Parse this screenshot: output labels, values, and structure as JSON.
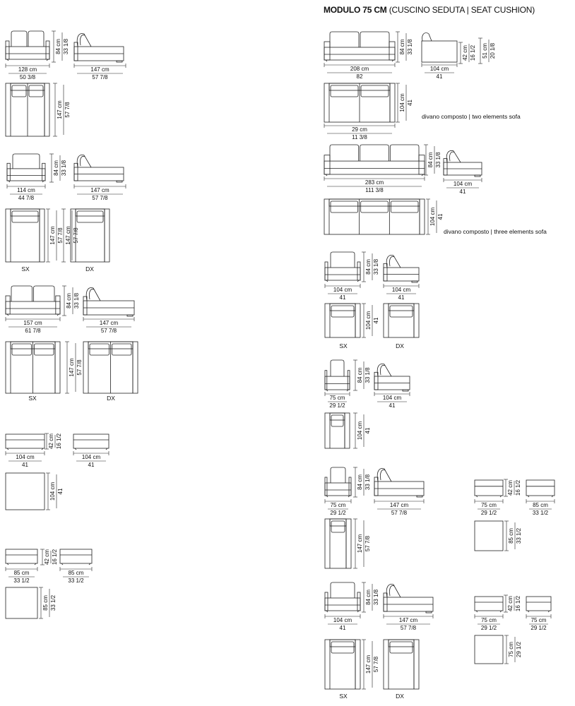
{
  "heading": {
    "module": "MODULO 75 CM",
    "subtitle": "(CUSCINO SEDUTA | SEAT CUSHION)"
  },
  "captions": {
    "two_elements": "divano composto  |  two elements sofa",
    "three_elements": "divano composto  |  three elements sofa"
  },
  "labels": [
    {
      "id": "L1",
      "text": "128 cm"
    },
    {
      "id": "L2",
      "text": "50 3/8"
    },
    {
      "id": "L3",
      "text": "84 cm"
    },
    {
      "id": "L4",
      "text": "33 1/8"
    },
    {
      "id": "L5",
      "text": "147 cm"
    },
    {
      "id": "L6",
      "text": "57 7/8"
    },
    {
      "id": "L7",
      "text": "147 cm"
    },
    {
      "id": "L8",
      "text": "57 7/8"
    },
    {
      "id": "L9",
      "text": "114 cm"
    },
    {
      "id": "L10",
      "text": "44 7/8"
    },
    {
      "id": "L11",
      "text": "84 cm"
    },
    {
      "id": "L12",
      "text": "33 1/8"
    },
    {
      "id": "L13",
      "text": "147 cm"
    },
    {
      "id": "L14",
      "text": "57 7/8"
    },
    {
      "id": "L15",
      "text": "147 cm"
    },
    {
      "id": "L16",
      "text": "57 7/8"
    },
    {
      "id": "L17",
      "text": "SX"
    },
    {
      "id": "L18",
      "text": "DX"
    },
    {
      "id": "L19",
      "text": "157 cm"
    },
    {
      "id": "L20",
      "text": "61 7/8"
    },
    {
      "id": "L21",
      "text": "84 cm"
    },
    {
      "id": "L22",
      "text": "33 1/8"
    },
    {
      "id": "L23",
      "text": "147 cm"
    },
    {
      "id": "L24",
      "text": "57 7/8"
    },
    {
      "id": "L25",
      "text": "147 cm"
    },
    {
      "id": "L26",
      "text": "57 7/8"
    },
    {
      "id": "L27",
      "text": "SX"
    },
    {
      "id": "L28",
      "text": "DX"
    },
    {
      "id": "L29",
      "text": "42 cm"
    },
    {
      "id": "L30",
      "text": "16 1/2"
    },
    {
      "id": "L31",
      "text": "104 cm"
    },
    {
      "id": "L32",
      "text": "41"
    },
    {
      "id": "L33",
      "text": "104 cm"
    },
    {
      "id": "L34",
      "text": "41"
    },
    {
      "id": "L35",
      "text": "104 cm"
    },
    {
      "id": "L36",
      "text": "41"
    },
    {
      "id": "L37",
      "text": "42 cm"
    },
    {
      "id": "L38",
      "text": "16 1/2"
    },
    {
      "id": "L39",
      "text": "85 cm"
    },
    {
      "id": "L40",
      "text": "33 1/2"
    },
    {
      "id": "L41",
      "text": "85 cm"
    },
    {
      "id": "L42",
      "text": "33 1/2"
    },
    {
      "id": "L43",
      "text": "85 cm"
    },
    {
      "id": "L44",
      "text": "33 1/2"
    },
    {
      "id": "R1",
      "text": "208 cm"
    },
    {
      "id": "R2",
      "text": "82"
    },
    {
      "id": "R3",
      "text": "84 cm"
    },
    {
      "id": "R4",
      "text": "33 1/8"
    },
    {
      "id": "R5",
      "text": "104 cm"
    },
    {
      "id": "R6",
      "text": "41"
    },
    {
      "id": "R7",
      "text": "42 cm"
    },
    {
      "id": "R8",
      "text": "16 1/2"
    },
    {
      "id": "R9",
      "text": "51 cm"
    },
    {
      "id": "R10",
      "text": "20 1/8"
    },
    {
      "id": "R11",
      "text": "104 cm"
    },
    {
      "id": "R12",
      "text": "41"
    },
    {
      "id": "R13",
      "text": "29 cm"
    },
    {
      "id": "R14",
      "text": "11 3/8"
    },
    {
      "id": "R15",
      "text": "283 cm"
    },
    {
      "id": "R16",
      "text": "111 3/8"
    },
    {
      "id": "R17",
      "text": "84 cm"
    },
    {
      "id": "R18",
      "text": "33 1/8"
    },
    {
      "id": "R19",
      "text": "104 cm"
    },
    {
      "id": "R20",
      "text": "41"
    },
    {
      "id": "R21",
      "text": "104 cm"
    },
    {
      "id": "R22",
      "text": "41"
    },
    {
      "id": "R23",
      "text": "104 cm"
    },
    {
      "id": "R24",
      "text": "41"
    },
    {
      "id": "R25",
      "text": "84 cm"
    },
    {
      "id": "R26",
      "text": "33 1/8"
    },
    {
      "id": "R27",
      "text": "104 cm"
    },
    {
      "id": "R28",
      "text": "41"
    },
    {
      "id": "R29",
      "text": "104 cm"
    },
    {
      "id": "R30",
      "text": "41"
    },
    {
      "id": "R31",
      "text": "SX"
    },
    {
      "id": "R32",
      "text": "DX"
    },
    {
      "id": "R33",
      "text": "75 cm"
    },
    {
      "id": "R34",
      "text": "29 1/2"
    },
    {
      "id": "R35",
      "text": "84 cm"
    },
    {
      "id": "R36",
      "text": "33 1/8"
    },
    {
      "id": "R37",
      "text": "104 cm"
    },
    {
      "id": "R38",
      "text": "41"
    },
    {
      "id": "R39",
      "text": "104 cm"
    },
    {
      "id": "R40",
      "text": "41"
    },
    {
      "id": "R41",
      "text": "75 cm"
    },
    {
      "id": "R42",
      "text": "29 1/2"
    },
    {
      "id": "R43",
      "text": "84 cm"
    },
    {
      "id": "R44",
      "text": "33 1/8"
    },
    {
      "id": "R45",
      "text": "147 cm"
    },
    {
      "id": "R46",
      "text": "57 7/8"
    },
    {
      "id": "R47",
      "text": "147 cm"
    },
    {
      "id": "R48",
      "text": "57 7/8"
    },
    {
      "id": "R49",
      "text": "42 cm"
    },
    {
      "id": "R50",
      "text": "16 1/2"
    },
    {
      "id": "R51",
      "text": "75 cm"
    },
    {
      "id": "R52",
      "text": "29 1/2"
    },
    {
      "id": "R53",
      "text": "85 cm"
    },
    {
      "id": "R54",
      "text": "33 1/2"
    },
    {
      "id": "R55",
      "text": "85 cm"
    },
    {
      "id": "R56",
      "text": "33 1/2"
    },
    {
      "id": "R57",
      "text": "104 cm"
    },
    {
      "id": "R58",
      "text": "41"
    },
    {
      "id": "R59",
      "text": "84 cm"
    },
    {
      "id": "R60",
      "text": "33 1/8"
    },
    {
      "id": "R61",
      "text": "147 cm"
    },
    {
      "id": "R62",
      "text": "57 7/8"
    },
    {
      "id": "R63",
      "text": "147 cm"
    },
    {
      "id": "R64",
      "text": "57 7/8"
    },
    {
      "id": "R65",
      "text": "SX"
    },
    {
      "id": "R66",
      "text": "DX"
    },
    {
      "id": "R67",
      "text": "42 cm"
    },
    {
      "id": "R68",
      "text": "16 1/2"
    },
    {
      "id": "R69",
      "text": "75 cm"
    },
    {
      "id": "R70",
      "text": "29 1/2"
    },
    {
      "id": "R71",
      "text": "75 cm"
    },
    {
      "id": "R72",
      "text": "29 1/2"
    },
    {
      "id": "R73",
      "text": "75 cm"
    },
    {
      "id": "R74",
      "text": "29 1/2"
    }
  ]
}
